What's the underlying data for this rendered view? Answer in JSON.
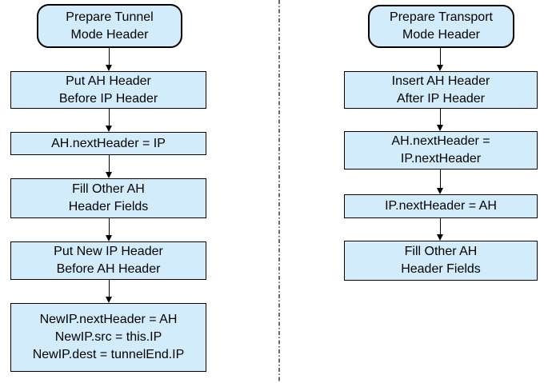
{
  "colors": {
    "background": "#ffffff",
    "node_fill": "#d3ecfb",
    "node_border": "#000000",
    "text": "#000000",
    "arrow": "#000000",
    "divider": "#6b6b6b"
  },
  "flowcharts": [
    {
      "name": "tunnel-mode",
      "nodes": [
        {
          "shape": "rounded",
          "lines": [
            "Prepare Tunnel",
            "Mode Header"
          ]
        },
        {
          "shape": "rect",
          "lines": [
            "Put AH Header",
            "Before IP Header"
          ]
        },
        {
          "shape": "rect",
          "lines": [
            "AH.nextHeader = IP"
          ]
        },
        {
          "shape": "rect",
          "lines": [
            "Fill Other AH",
            "Header Fields"
          ]
        },
        {
          "shape": "rect",
          "lines": [
            "Put New IP Header",
            "Before AH Header"
          ]
        },
        {
          "shape": "rect",
          "lines": [
            "NewIP.nextHeader = AH",
            "NewIP.src = this.IP",
            "NewIP.dest = tunnelEnd.IP"
          ]
        }
      ]
    },
    {
      "name": "transport-mode",
      "nodes": [
        {
          "shape": "rounded",
          "lines": [
            "Prepare Transport",
            "Mode Header"
          ]
        },
        {
          "shape": "rect",
          "lines": [
            "Insert AH Header",
            "After IP Header"
          ]
        },
        {
          "shape": "rect",
          "lines": [
            "AH.nextHeader =",
            "IP.nextHeader"
          ]
        },
        {
          "shape": "rect",
          "lines": [
            "IP.nextHeader = AH"
          ]
        },
        {
          "shape": "rect",
          "lines": [
            "Fill Other AH",
            "Header Fields"
          ]
        }
      ]
    }
  ]
}
